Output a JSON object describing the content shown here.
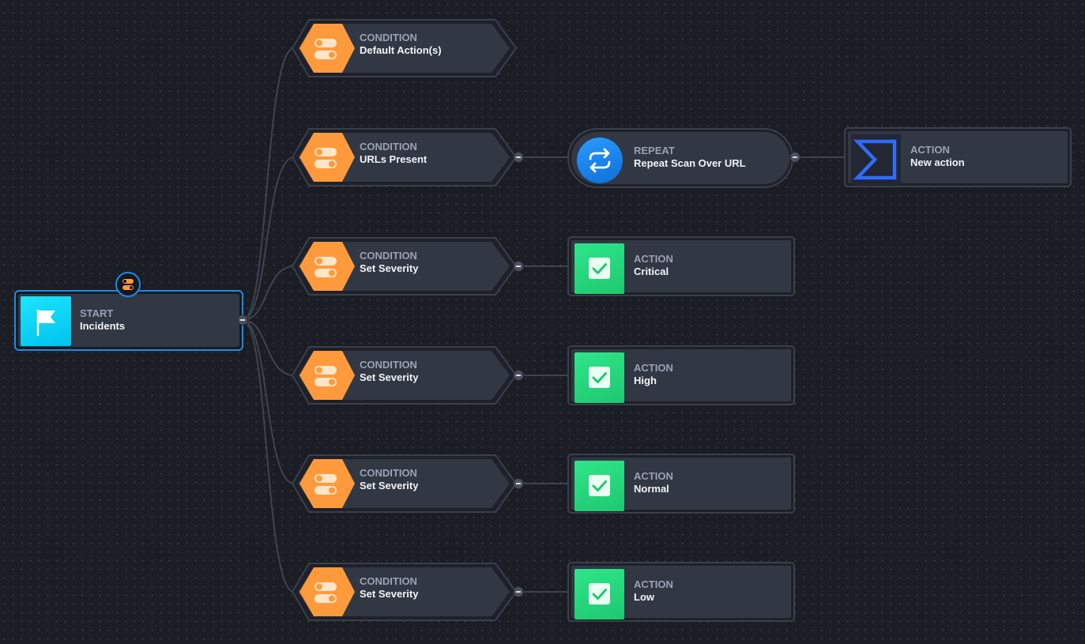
{
  "start": {
    "type": "START",
    "label": "Incidents"
  },
  "conditions": [
    {
      "type": "CONDITION",
      "label": "Default Action(s)"
    },
    {
      "type": "CONDITION",
      "label": "URLs Present"
    },
    {
      "type": "CONDITION",
      "label": "Set Severity"
    },
    {
      "type": "CONDITION",
      "label": "Set Severity"
    },
    {
      "type": "CONDITION",
      "label": "Set Severity"
    },
    {
      "type": "CONDITION",
      "label": "Set Severity"
    }
  ],
  "repeat": {
    "type": "REPEAT",
    "label": "Repeat Scan Over URL"
  },
  "new_action": {
    "type": "ACTION",
    "label": "New action"
  },
  "actions": [
    {
      "type": "ACTION",
      "label": "Critical"
    },
    {
      "type": "ACTION",
      "label": "High"
    },
    {
      "type": "ACTION",
      "label": "Normal"
    },
    {
      "type": "ACTION",
      "label": "Low"
    }
  ],
  "colors": {
    "canvas": "#1b1d24",
    "node_body": "#323744",
    "condition_orange": "#ff9a3c",
    "action_green": "#22d37a",
    "repeat_blue": "#1a84f0",
    "start_cyan": "#00d4f5",
    "selection_blue": "#1a8ce8"
  },
  "icons": {
    "start": "flag-icon",
    "condition": "toggle-switches-icon",
    "repeat": "loop-arrows-icon",
    "action": "checkbox-check-icon",
    "new_action": "sigma-icon",
    "badge": "toggle-switches-icon"
  }
}
